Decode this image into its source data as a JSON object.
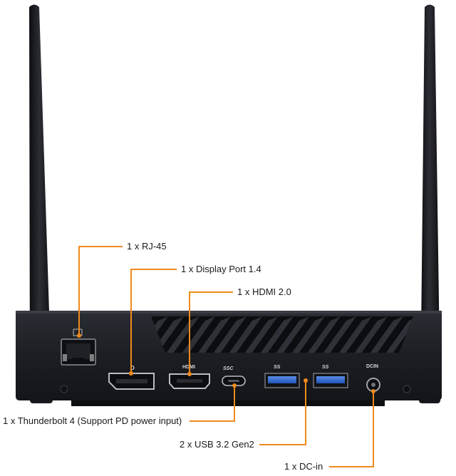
{
  "device": {
    "port_markings": {
      "display_port": "D",
      "hdmi": "HDMI",
      "type_c": "SSC",
      "usb_a_left": "SS",
      "usb_a_right": "SS",
      "dc_in": "DCIN"
    }
  },
  "callouts": [
    {
      "id": "rj45",
      "text": "1 x RJ-45"
    },
    {
      "id": "dp",
      "text": "1 x Display Port 1.4"
    },
    {
      "id": "hdmi",
      "text": "1 x HDMI 2.0"
    },
    {
      "id": "tb4",
      "text": "1 x Thunderbolt 4 (Support PD power input)"
    },
    {
      "id": "usb",
      "text": "2 x USB 3.2 Gen2"
    },
    {
      "id": "dcin",
      "text": "1 x DC-in"
    }
  ],
  "colors": {
    "callout_line": "#f08a1c",
    "chassis": "#1b1d22",
    "antenna": "#15171b",
    "usb_blue": "#2a63c9"
  }
}
